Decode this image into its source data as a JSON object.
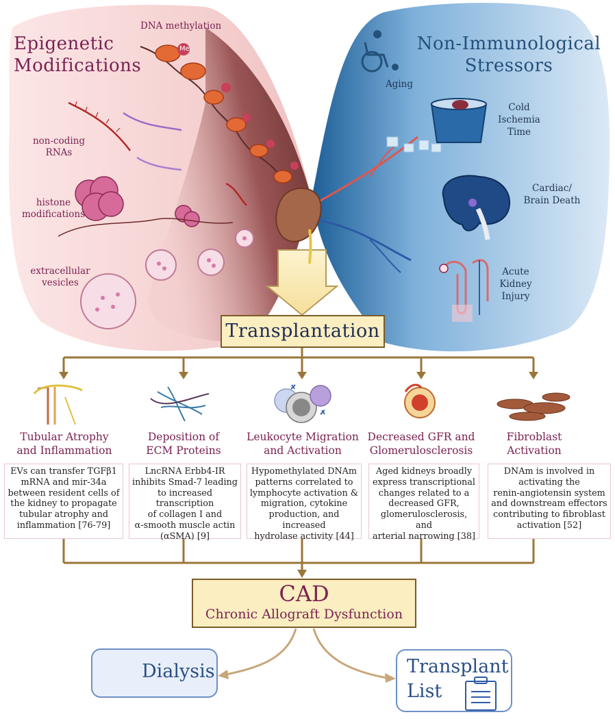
{
  "left_panel": {
    "title_line1": "Epigenetic",
    "title_line2": "Modifications",
    "labels": {
      "dna_methylation": "DNA methylation",
      "noncoding_1": "non-coding",
      "noncoding_2": "RNAs",
      "histone_1": "histone",
      "histone_2": "modifications",
      "ev_1": "extracellular",
      "ev_2": "vesicles"
    },
    "me_tag": "Me"
  },
  "right_panel": {
    "title_line1": "Non-Immunological",
    "title_line2": "Stressors",
    "labels": {
      "aging": "Aging",
      "cold_1": "Cold",
      "cold_2": "Ischemia",
      "cold_3": "Time",
      "death_1": "Cardiac/",
      "death_2": "Brain Death",
      "aki_1": "Acute",
      "aki_2": "Kidney",
      "aki_3": "Injury"
    }
  },
  "center": {
    "transplantation": "Transplantation"
  },
  "categories": [
    {
      "title_1": "Tubular Atrophy",
      "title_2": "and Inflammation",
      "desc": [
        "EVs can transfer TGFβ1",
        "mRNA and mir-34a",
        "between resident cells of",
        "the kidney to propagate",
        "tubular atrophy and",
        "inflammation [76-79]"
      ]
    },
    {
      "title_1": "Deposition of",
      "title_2": "ECM Proteins",
      "desc": [
        "LncRNA Erbb4-IR",
        "inhibits Smad-7 leading",
        "to increased transcription",
        "of collagen I and",
        "α-smooth muscle actin",
        "(αSMA) [9]"
      ]
    },
    {
      "title_1": "Leukocyte Migration",
      "title_2": "and Activation",
      "desc": [
        "Hypomethylated DNAm",
        "patterns correlated to",
        "lymphocyte activation &",
        "migration, cytokine",
        "production, and increased",
        "hydrolase activity [44]"
      ]
    },
    {
      "title_1": "Decreased GFR and",
      "title_2": "Glomerulosclerosis",
      "desc": [
        "Aged kidneys broadly",
        "express transcriptional",
        "changes related to a",
        "decreased GFR,",
        "glomerulosclerosis, and",
        "arterial narrowing [38]"
      ]
    },
    {
      "title_1": "Fibroblast",
      "title_2": "Activation",
      "desc": [
        "DNAm is involved in",
        "activating the",
        "renin-angiotensin system",
        "and downstream effectors",
        "contributing to fibroblast",
        "activation [52]"
      ]
    }
  ],
  "cad": {
    "abbr": "CAD",
    "full": "Chronic Allograft Dysfunction"
  },
  "outcomes": {
    "dialysis": "Dialysis",
    "transplant_1": "Transplant",
    "transplant_2": "List"
  },
  "colors": {
    "pink_title": "#7a2252",
    "blue_title": "#24507a",
    "connector": "#9a7638",
    "box_fill": "#fbeec0",
    "outcome_border": "#6d8fc7"
  }
}
